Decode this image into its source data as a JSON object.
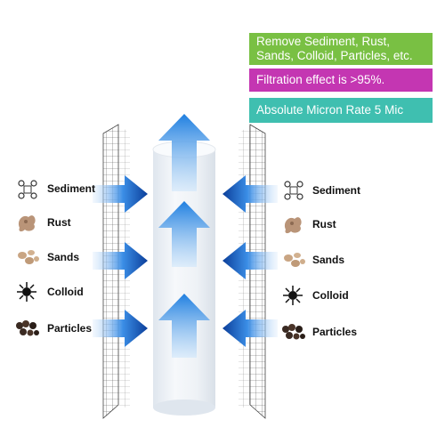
{
  "badges": [
    {
      "text": "Remove Sediment, Rust, Sands, Colloid, Particles, etc.",
      "color": "#79c043"
    },
    {
      "text": "Filtration effect is >95%.",
      "color": "#c436b2"
    },
    {
      "text": "Absolute Micron Rate 5 Mic",
      "color": "#3fbfb0"
    }
  ],
  "left_items": [
    {
      "label": "Sediment",
      "icon": "sediment-icon"
    },
    {
      "label": "Rust",
      "icon": "rust-icon"
    },
    {
      "label": "Sands",
      "icon": "sands-icon"
    },
    {
      "label": "Colloid",
      "icon": "colloid-icon"
    },
    {
      "label": "Particles",
      "icon": "particles-icon"
    }
  ],
  "right_items": [
    {
      "label": "Sediment",
      "icon": "sediment-icon"
    },
    {
      "label": "Rust",
      "icon": "rust-icon"
    },
    {
      "label": "Sands",
      "icon": "sands-icon"
    },
    {
      "label": "Colloid",
      "icon": "colloid-icon"
    },
    {
      "label": "Particles",
      "icon": "particles-icon"
    }
  ],
  "colors": {
    "arrow_dark": "#0a3f9c",
    "arrow_light": "#2e8ee8",
    "cartridge": "#eef2f6"
  }
}
